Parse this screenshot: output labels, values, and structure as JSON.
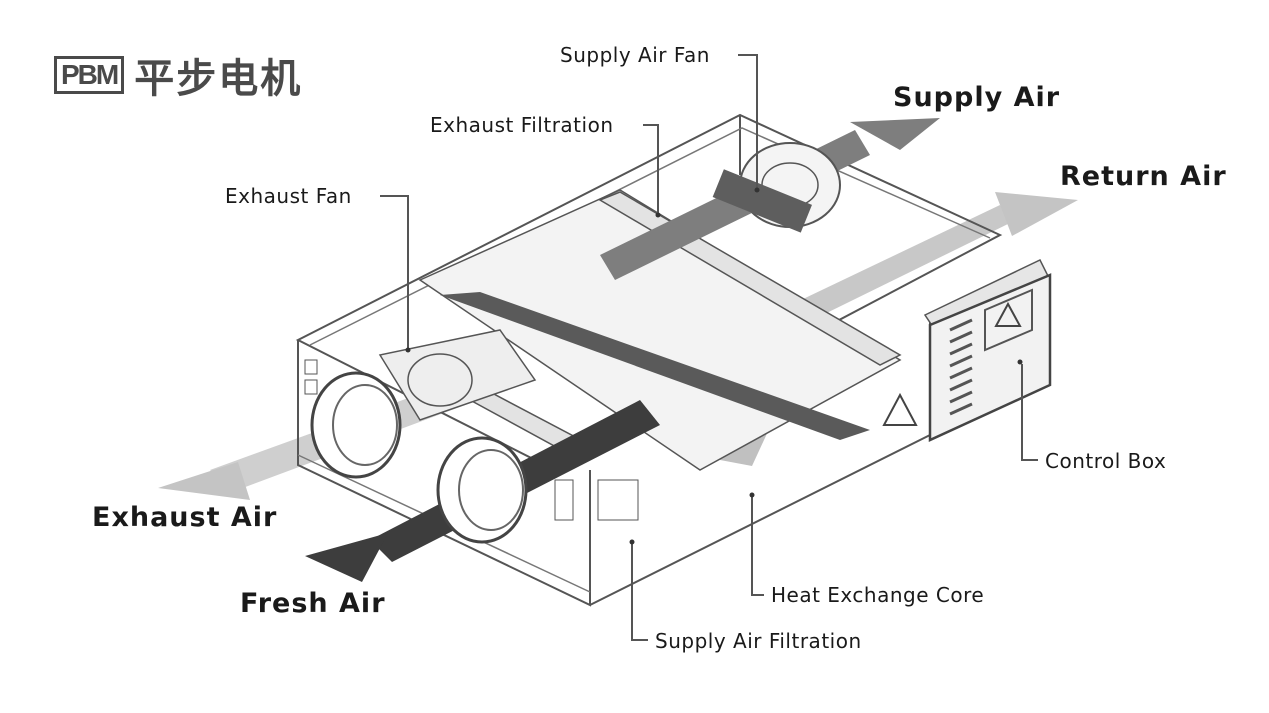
{
  "logo": {
    "brand": "PBM",
    "name_cn": "平步电机"
  },
  "flows": {
    "supply_air": "Supply Air",
    "return_air": "Return Air",
    "exhaust_air": "Exhaust Air",
    "fresh_air": "Fresh Air"
  },
  "components": {
    "supply_air_fan": "Supply Air Fan",
    "exhaust_filtration": "Exhaust Filtration",
    "exhaust_fan": "Exhaust Fan",
    "control_box": "Control Box",
    "heat_exchange_core": "Heat Exchange Core",
    "supply_air_filtration": "Supply Air Filtration"
  },
  "colors": {
    "line": "#555555",
    "arrow_light": "#c4c4c4",
    "arrow_mid": "#9a9a9a",
    "arrow_dark": "#4a4a4a"
  }
}
